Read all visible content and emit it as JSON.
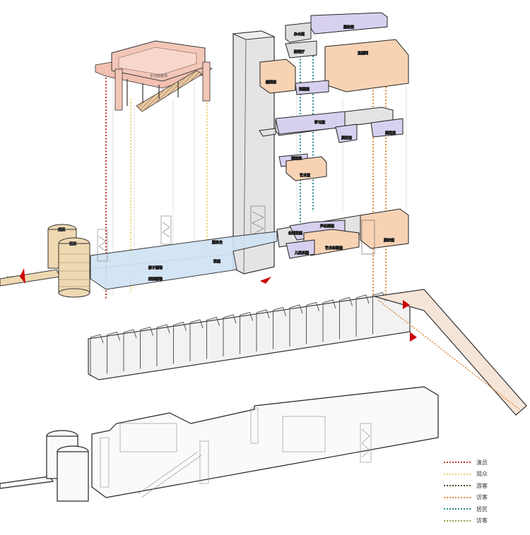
{
  "title": "",
  "colors": {
    "pink_volume": "#f3c7b8",
    "peach_volume": "#f7d3b4",
    "lavender_volume": "#d8d0ef",
    "blue_volume": "#cfe2f3",
    "tan_tower": "#efd9b2",
    "grey_core": "#d9d9d9",
    "entrance_marker": "#cc0000"
  },
  "labels": {
    "theatre_top": "多功能剧场",
    "office": "办公室",
    "meeting": "剧务室",
    "reception": "接待厅",
    "broadcast": "直播间",
    "editing": "编排室",
    "studio": "演播室",
    "study": "学习室",
    "activity1": "展览室",
    "activity2": "展览室",
    "upper_small": "活动室",
    "art_room": "艺术室",
    "mid_left": "休闲茶座",
    "mid_center": "声乐排练",
    "mid_lower": "儿童乐园",
    "art_hall": "艺术体验室",
    "mid_right": "展示室",
    "blue_a": "服务台",
    "blue_b": "茶座",
    "blue_c": "影子剧场",
    "blue_d": "排演剧场",
    "tower_top": "观展",
    "tower_mid": "售票"
  },
  "legend": [
    {
      "label": "演员",
      "color": "#c0392b"
    },
    {
      "label": "观众",
      "color": "#e8d36a"
    },
    {
      "label": "游客",
      "color": "#3d5a2a"
    },
    {
      "label": "访客",
      "color": "#e0893a"
    },
    {
      "label": "居民",
      "color": "#2a8c8c"
    },
    {
      "label": "访客",
      "color": "#9aa24a"
    }
  ]
}
